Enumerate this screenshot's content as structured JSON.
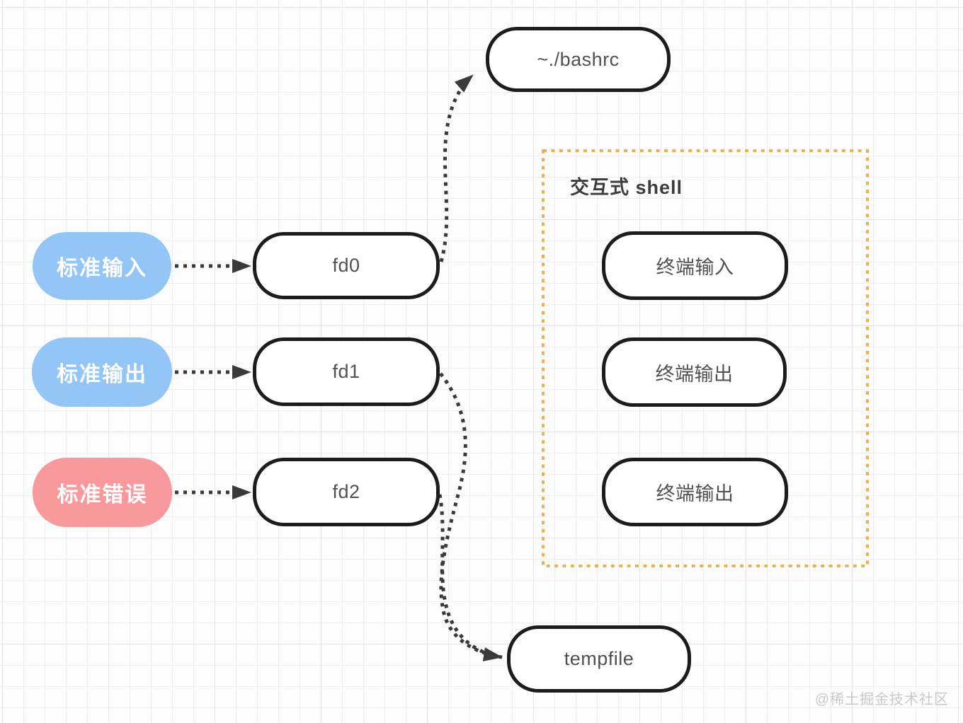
{
  "diagram": {
    "nodes": {
      "bashrc": "~./bashrc",
      "fd0": "fd0",
      "fd1": "fd1",
      "fd2": "fd2",
      "stdin": "标准输入",
      "stdout": "标准输出",
      "stderr": "标准错误",
      "terminal_input": "终端输入",
      "terminal_output_1": "终端输出",
      "terminal_output_2": "终端输出",
      "tempfile": "tempfile"
    },
    "shell_group": {
      "title": "交互式 shell",
      "border_color": "#f0b052"
    },
    "edges": [
      {
        "from": "标准输入",
        "to": "fd0",
        "style": "dotted-arrow"
      },
      {
        "from": "标准输出",
        "to": "fd1",
        "style": "dotted-arrow"
      },
      {
        "from": "标准错误",
        "to": "fd2",
        "style": "dotted-arrow"
      },
      {
        "from": "fd0",
        "to": "~./bashrc",
        "style": "dotted-arrow"
      },
      {
        "from": "fd1",
        "to": "tempfile",
        "style": "dotted-arrow"
      },
      {
        "from": "fd2",
        "to": "tempfile",
        "style": "dotted-arrow"
      }
    ],
    "colors": {
      "stdin_fill": "#93c5f6",
      "stdout_fill": "#93c5f6",
      "stderr_fill": "#f89a9d",
      "node_border": "#1c1c1c",
      "node_text": "#515151",
      "arrow": "#3a3a3a",
      "shell_border": "#f0b052"
    },
    "watermark": "@稀土掘金技术社区"
  }
}
